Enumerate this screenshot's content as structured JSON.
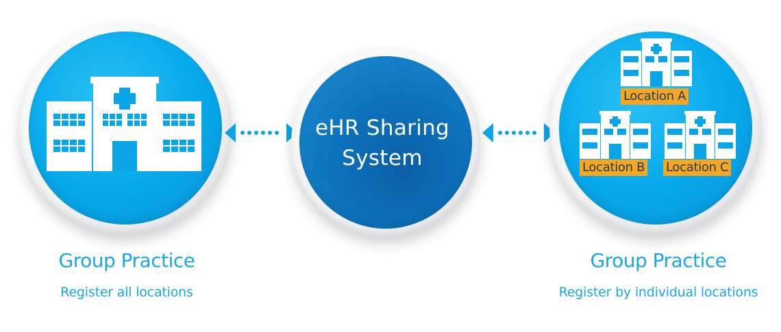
{
  "center": {
    "line1": "eHR Sharing",
    "line2": "System"
  },
  "left": {
    "title": "Group Practice",
    "subtitle": "Register all locations"
  },
  "right": {
    "title": "Group Practice",
    "subtitle": "Register by individual locations",
    "locations": [
      "Location A",
      "Location B",
      "Location C"
    ]
  },
  "colors": {
    "light_blue": "#06a8ea",
    "dark_blue": "#0c72bb",
    "label_orange": "#f6a623",
    "text_blue": "#1aa7e3"
  },
  "icons": {
    "hospital": "hospital-icon",
    "arrow": "double-arrow-icon"
  }
}
